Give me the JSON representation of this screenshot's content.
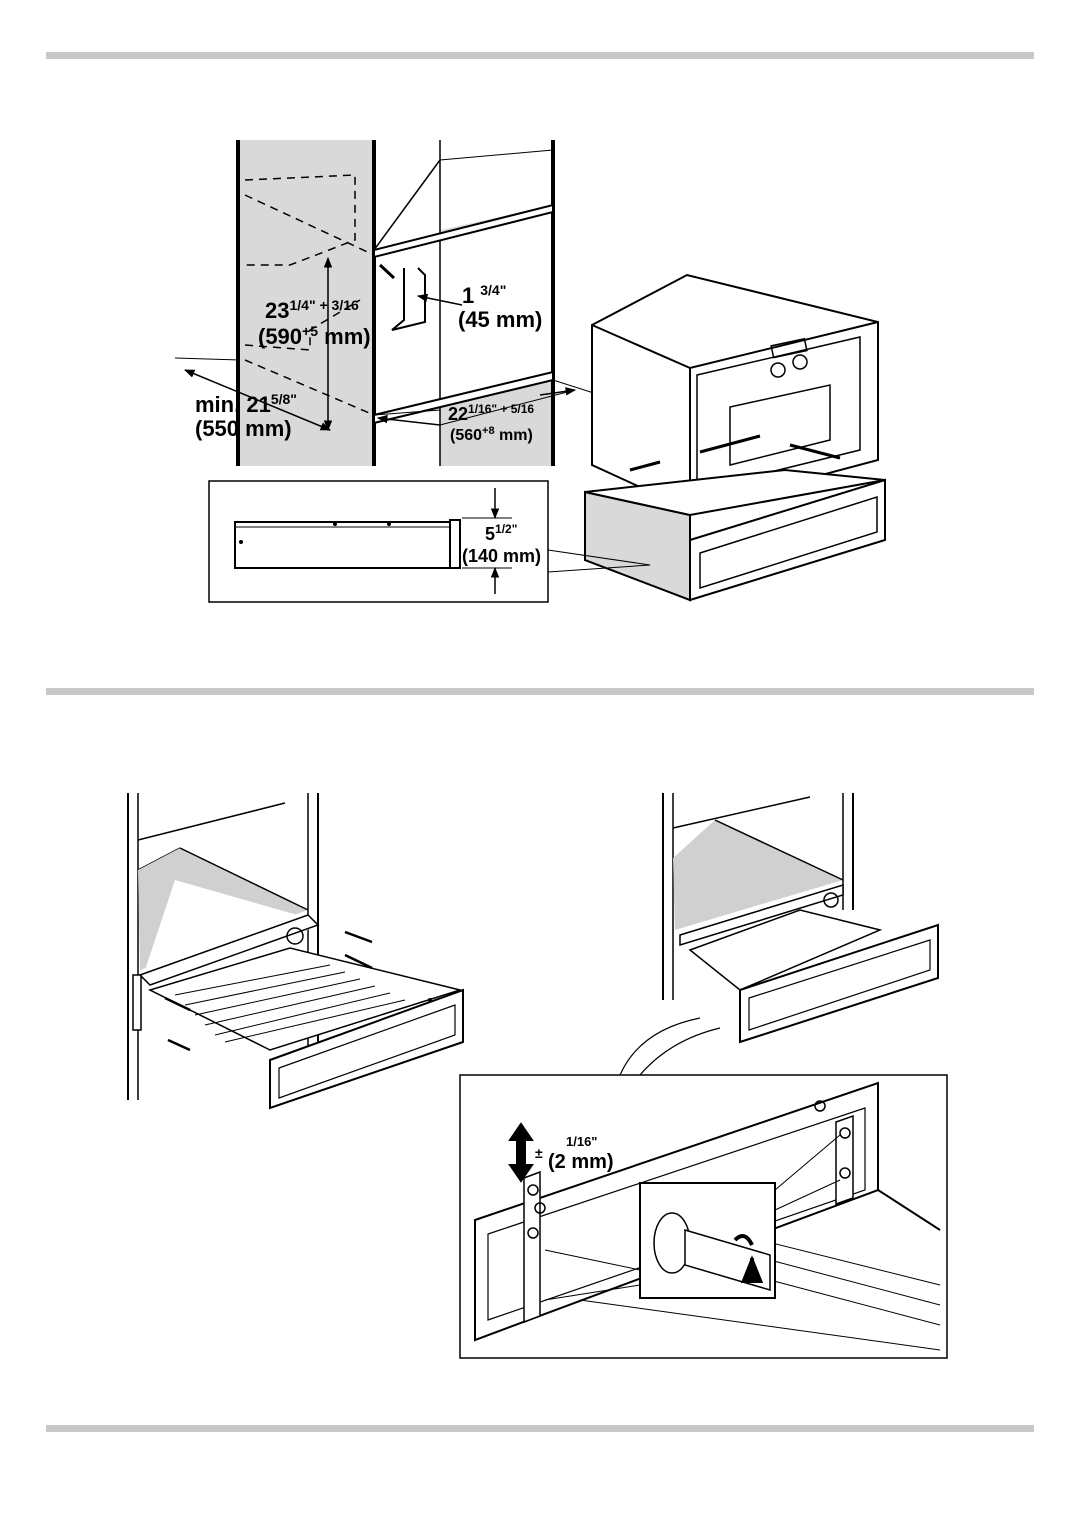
{
  "dimensions": {
    "cabinet_height": {
      "main": "23",
      "fraction": "1/4\" + 3/16",
      "metric_main": "(590",
      "metric_sup": "+5",
      "metric_unit": " mm)"
    },
    "bracket_depth": {
      "main": "1",
      "fraction": "3/4\"",
      "metric": "(45 mm)"
    },
    "min_depth": {
      "main": "min. 21",
      "fraction": "5/8\"",
      "metric": "(550 mm)"
    },
    "cabinet_width": {
      "main": "22",
      "fraction": "1/16\" + 5/16",
      "metric_main": "(560",
      "metric_sup": "+8",
      "metric_unit": " mm)"
    },
    "drawer_height": {
      "main": "5",
      "fraction": "1/2\"",
      "metric": "(140 mm)"
    },
    "adjustment": {
      "prefix": "±",
      "fraction": "1/16\"",
      "metric": "(2 mm)"
    }
  }
}
